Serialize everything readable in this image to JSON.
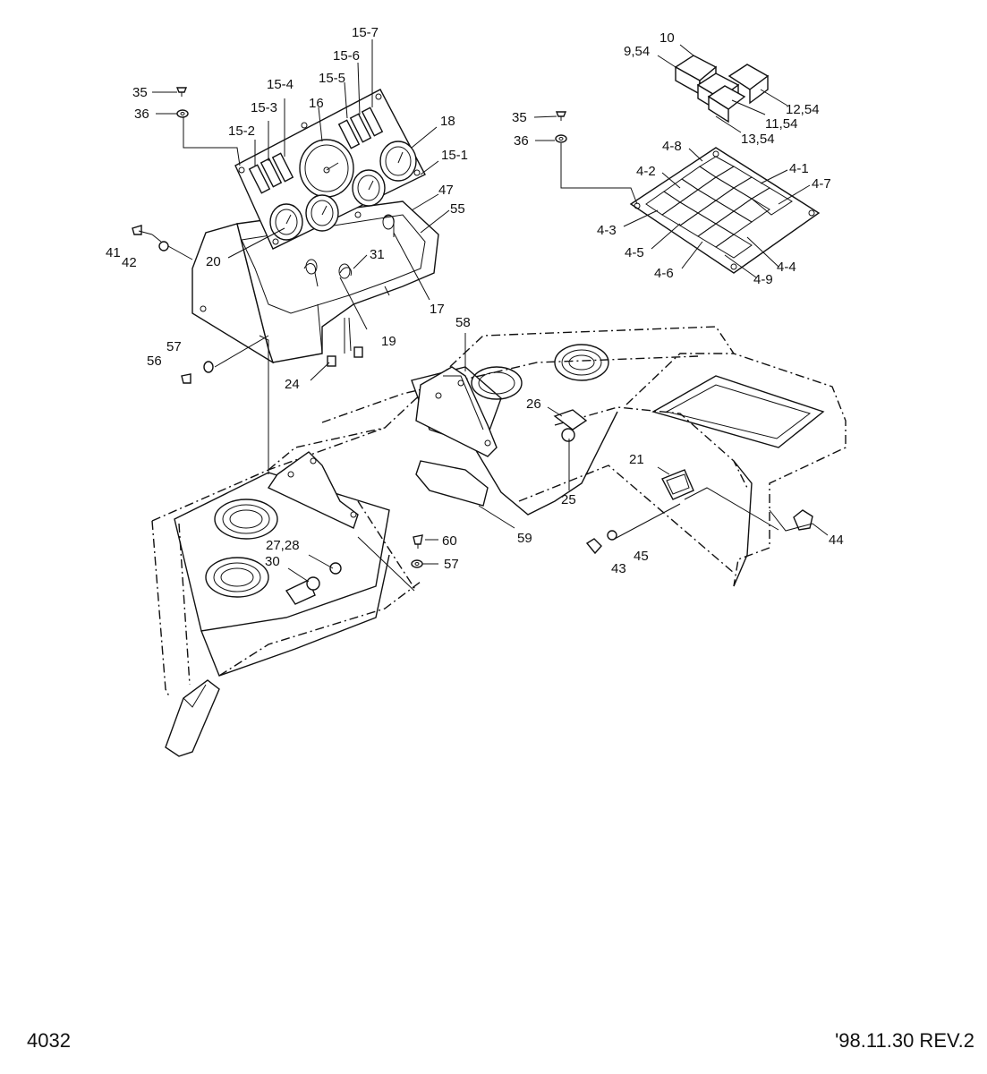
{
  "footer": {
    "page_number": "4032",
    "revision": "'98.11.30  REV.2"
  },
  "callouts": {
    "c10": "10",
    "c9_54": "9,54",
    "c12_54": "12,54",
    "c11_54": "11,54",
    "c13_54": "13,54",
    "c35a": "35",
    "c36a": "36",
    "c35b": "35",
    "c36b": "36",
    "c15_7": "15-7",
    "c15_6": "15-6",
    "c15_5": "15-5",
    "c15_4": "15-4",
    "c15_3": "15-3",
    "c15_2": "15-2",
    "c15_1": "15-1",
    "c16": "16",
    "c18": "18",
    "c47": "47",
    "c55": "55",
    "c20": "20",
    "c31": "31",
    "c17": "17",
    "c19": "19",
    "c41": "41",
    "c42": "42",
    "c57a": "57",
    "c56": "56",
    "c24": "24",
    "c58": "58",
    "c26": "26",
    "c25": "25",
    "c21": "21",
    "c59": "59",
    "c44": "44",
    "c43": "43",
    "c45": "45",
    "c60": "60",
    "c57b": "57",
    "c27_28": "27,28",
    "c30": "30",
    "c4_8": "4-8",
    "c4_1": "4-1",
    "c4_2": "4-2",
    "c4_7": "4-7",
    "c4_3": "4-3",
    "c4_5": "4-5",
    "c4_6": "4-6",
    "c4_9": "4-9",
    "c4_4": "4-4"
  }
}
